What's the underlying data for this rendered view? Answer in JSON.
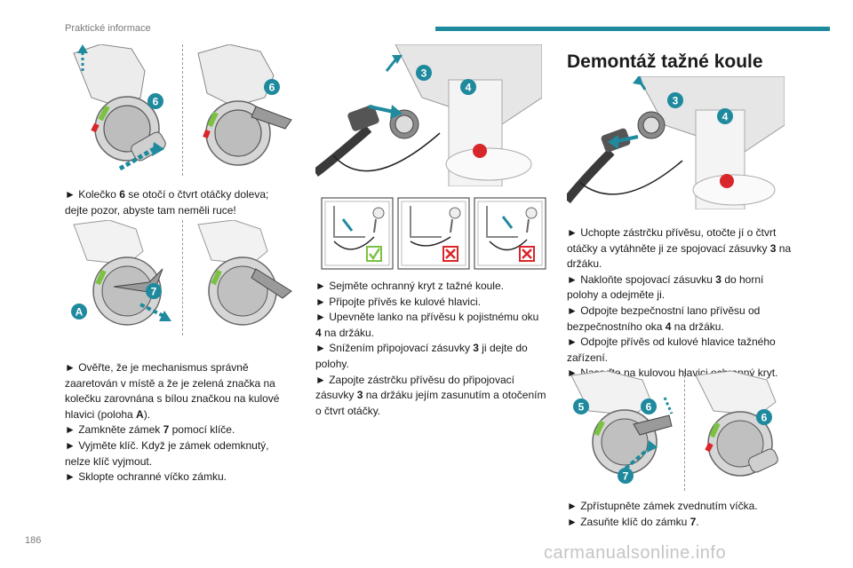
{
  "header": {
    "section": "Praktické informace"
  },
  "page": {
    "number": "186"
  },
  "watermark": "carmanualsonline.info",
  "col1": {
    "block1": [
      "► Kolečko ",
      "6",
      " se otočí o čtvrt otáčky doleva;",
      "dejte pozor, abyste tam neměli ruce!"
    ],
    "block2": {
      "lines": [
        "► Ověřte, že je mechanismus správně",
        "zaaretován v místě a že je zelená značka na",
        "kolečku zarovnána s bílou značkou na kulové",
        "hlavici (poloha ",
        "A",
        ").",
        "► Zamkněte zámek ",
        "7",
        " pomocí klíče.",
        "► Vyjměte klíč. Když je zámek odemknutý,",
        "nelze klíč vyjmout.",
        "► Sklopte ochranné víčko zámku."
      ]
    }
  },
  "col2": {
    "lines": [
      "► Sejměte ochranný kryt z tažné koule.",
      "► Připojte přívěs ke kulové hlavici.",
      "► Upevněte lanko na přívěsu k pojistnému oku",
      "4",
      " na držáku.",
      "► Snížením připojovací zásuvky ",
      "3",
      " ji dejte do",
      "polohy.",
      "► Zapojte zástrčku přívěsu do připojovací",
      "zásuvky ",
      "3",
      " na držáku jejím zasunutím a otočením",
      "o čtvrt otáčky."
    ]
  },
  "col3": {
    "title": "Demontáž tažné koule",
    "lines": [
      "► Uchopte zástrčku přívěsu, otočte jí o čtvrt",
      "otáčky a vytáhněte ji ze spojovací zásuvky ",
      "3",
      " na",
      "držáku.",
      "► Nakloňte spojovací zásuvku ",
      "3",
      " do horní",
      "polohy a odejměte ji.",
      "► Odpojte bezpečnostní lano přívěsu od",
      "bezpečnostního oka ",
      "4",
      " na držáku.",
      "► Odpojte přívěs od kulové hlavice tažného",
      "zařízení.",
      "► Nasaďte na kulovou hlavici ochranný kryt.",
      "► Zpřístupněte zámek zvednutím víčka.",
      "► Zasuňte klíč do zámku ",
      "7",
      "."
    ]
  },
  "badges": {
    "n3": "3",
    "n4": "4",
    "n5": "5",
    "n6": "6",
    "n7": "7",
    "nA": "A"
  },
  "colors": {
    "accent": "#1f8a9e",
    "green": "#7cc242",
    "red": "#d9262b",
    "gray": "#b8b8b8",
    "dark": "#3a3a3a"
  }
}
